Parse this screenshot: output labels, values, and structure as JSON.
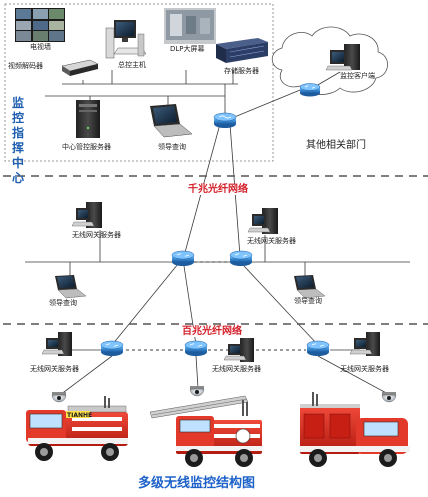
{
  "center": {
    "title_lines": [
      "监控",
      "指挥",
      "中心"
    ],
    "devices": {
      "tv_wall": "电视墙",
      "video_decoder": "视频解码器",
      "main_host": "总控主机",
      "dlp_screen": "DLP大屏幕",
      "storage_server": "存储服务器",
      "center_server": "中心管控服务器",
      "leader_query": "领导查询"
    }
  },
  "remote": {
    "client": "监控客户端",
    "other_dept": "其他相关部门"
  },
  "networks": {
    "gigabit": "千兆光纤网络",
    "hundred_mb": "百兆光纤网络"
  },
  "mid_layer": {
    "wireless_server_left": "无线网关服务器",
    "wireless_server_right": "无线网关服务器",
    "leader_query_left": "领导查询",
    "leader_query_right": "领导查询"
  },
  "vehicle_layer": {
    "server_left": "无线网关服务器",
    "server_mid": "无线网关服务器",
    "server_right": "无线网关服务器",
    "truck_plate": "TIANHE"
  },
  "diagram_title": "多级无线监控结构图",
  "colors": {
    "center_border": "#9a9a9a",
    "accent_blue": "#1c61c8",
    "network_red": "#d4202a",
    "router_blue": "#3a8fd8",
    "truck_red": "#d42a20"
  }
}
